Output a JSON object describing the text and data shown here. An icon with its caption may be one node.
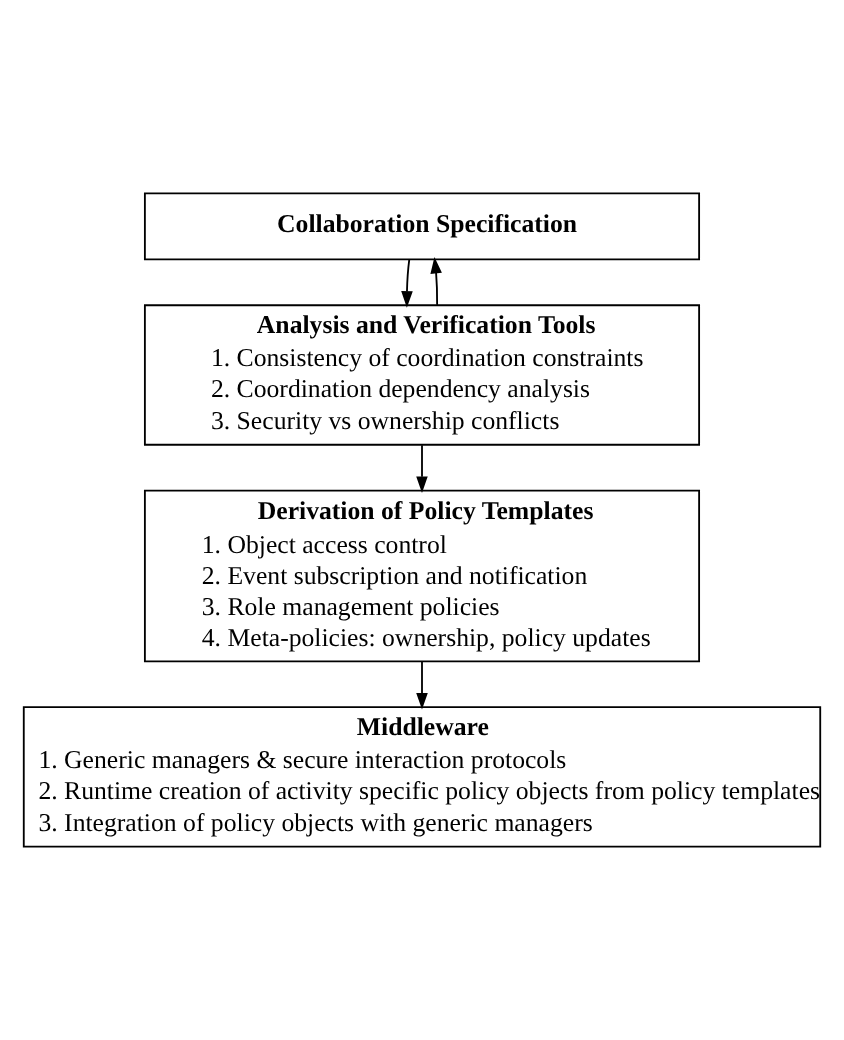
{
  "diagram": {
    "nodes": [
      {
        "text": [
          "Collaboration Specification"
        ]
      },
      {
        "text": [
          "Analysis and Verification Tools",
          "1. Consistency of coordination constraints",
          "2. Coordination dependency analysis",
          "3. Security vs ownership conflicts"
        ]
      },
      {
        "text": [
          "Derivation of Policy Templates",
          "1. Object access control",
          "2. Event subscription and notification",
          "3. Role management policies",
          "4. Meta-policies: ownership, policy updates"
        ]
      },
      {
        "text": [
          "Middleware",
          "1. Generic managers & secure interaction protocols",
          "2. Runtime creation of activity specific policy objects from policy templates",
          "3. Integration of policy objects with generic managers"
        ]
      }
    ],
    "edges": [
      {
        "from": 0,
        "to": 1,
        "arrow": "to"
      },
      {
        "from": 1,
        "to": 0,
        "arrow": "to"
      },
      {
        "from": 1,
        "to": 2,
        "arrow": "to"
      },
      {
        "from": 2,
        "to": 3,
        "arrow": "to"
      }
    ]
  }
}
